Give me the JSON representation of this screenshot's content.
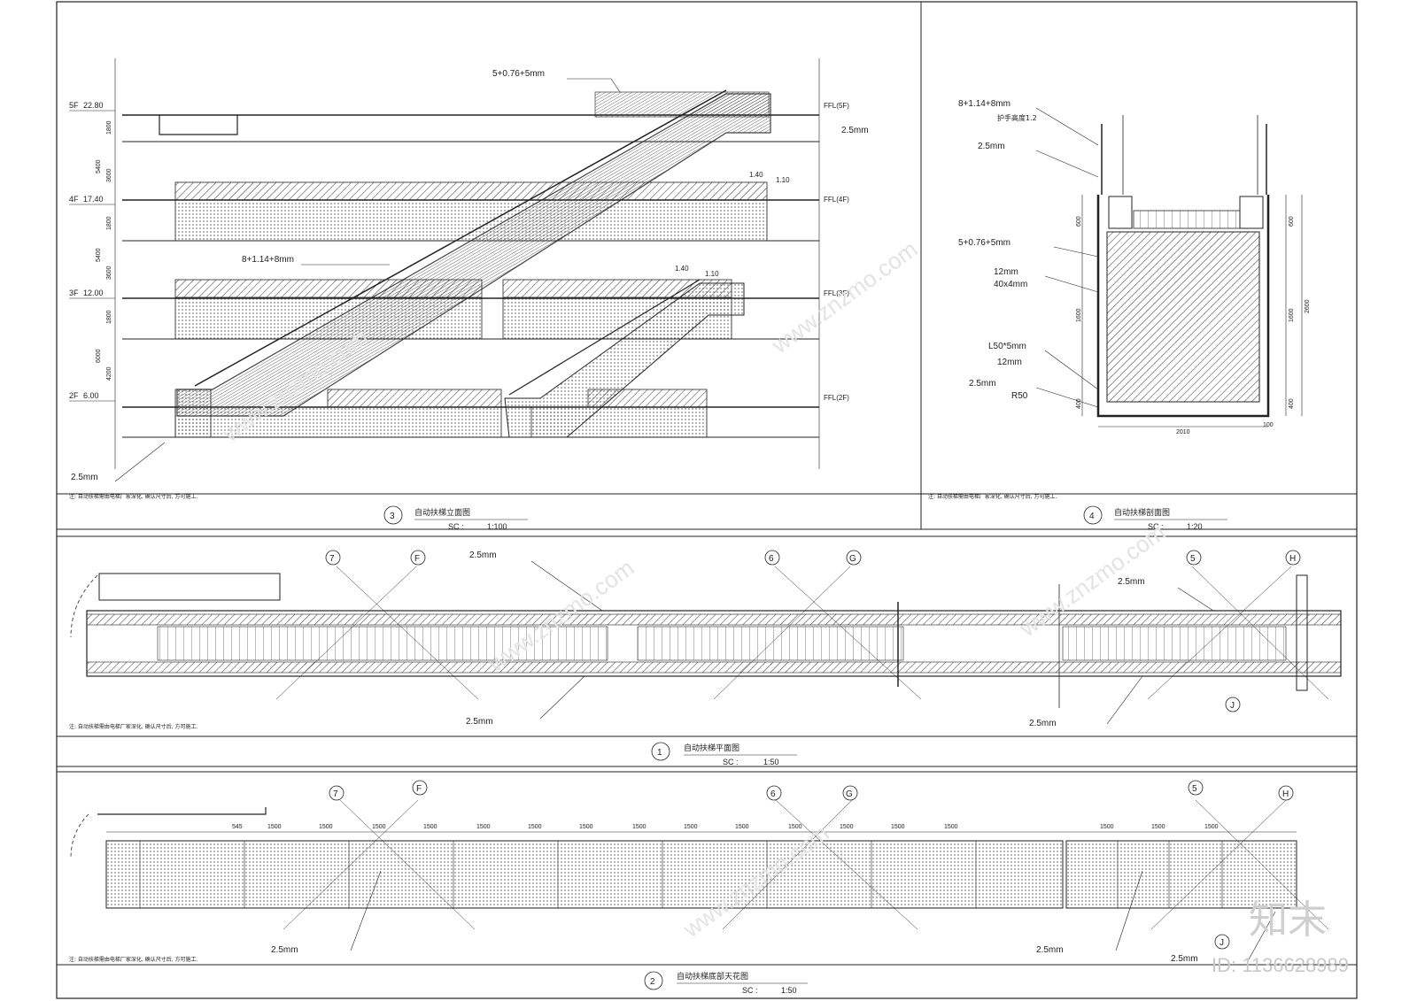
{
  "drawing": {
    "elevation": {
      "number": "3",
      "title": "自动扶梯立面图",
      "scale_label": "SC :",
      "scale": "1:100",
      "levels": [
        {
          "code": "5F",
          "value": "22.80",
          "ffl": "FFL(5F)"
        },
        {
          "code": "4F",
          "value": "17.40",
          "ffl": "FFL(4F)"
        },
        {
          "code": "3F",
          "value": "12.00",
          "ffl": "FFL(3F)"
        },
        {
          "code": "2F",
          "value": "6.00",
          "ffl": "FFL(2F)"
        }
      ],
      "dims_outer": [
        "5400",
        "5400",
        "6000"
      ],
      "dims_inner": [
        "1800",
        "3600",
        "1800",
        "3600",
        "1800",
        "4200"
      ],
      "labels": {
        "glass_top": "5+0.76+5mm",
        "glass_side": "8+1.14+8mm",
        "panel_top": "2.5mm",
        "panel_bottom": "2.5mm",
        "w1": "1.40",
        "w2": "1.10",
        "w3": "1.40",
        "w4": "1.10"
      },
      "note": "注: 自动扶梯需由电梯厂家深化, 确认尺寸后, 方可施工."
    },
    "section": {
      "number": "4",
      "title": "自动扶梯剖面图",
      "scale_label": "SC :",
      "scale": "1:20",
      "labels": [
        "8+1.14+8mm",
        "护手高度1.2",
        "2.5mm",
        "5+0.76+5mm",
        "12mm",
        "40x4mm",
        "L50*5mm",
        "12mm",
        "2.5mm",
        "R50"
      ],
      "dims_left": [
        "600",
        "1600",
        "400"
      ],
      "dims_right": [
        "600",
        "1600",
        "400"
      ],
      "dim_total": "2600",
      "dim_width": "2010",
      "dim_side": "100",
      "note": "注: 自动扶梯需由电梯厂家深化, 确认尺寸后, 方可施工."
    },
    "plan": {
      "number": "1",
      "title": "自动扶梯平面图",
      "scale_label": "SC :",
      "scale": "1:50",
      "grid": [
        "7",
        "F",
        "6",
        "G",
        "5",
        "H",
        "J"
      ],
      "labels": [
        "2.5mm",
        "2.5mm",
        "2.5mm",
        "2.5mm"
      ],
      "note": "注: 自动扶梯需由电梯厂家深化, 确认尺寸后, 方可施工."
    },
    "ceiling": {
      "number": "2",
      "title": "自动扶梯底部天花图",
      "scale_label": "SC :",
      "scale": "1:50",
      "grid": [
        "7",
        "F",
        "6",
        "G",
        "5",
        "H",
        "J"
      ],
      "dims": [
        "545",
        "1500",
        "1500",
        "1500",
        "1500",
        "1500",
        "1500",
        "1500",
        "1500",
        "1500",
        "1500",
        "1500",
        "1500",
        "1500",
        "1500",
        "1500",
        "1500",
        "1500"
      ],
      "labels": [
        "2.5mm",
        "2.5mm",
        "2.5mm"
      ],
      "note": "注: 自动扶梯需由电梯厂家深化, 确认尺寸后, 方可施工."
    },
    "watermark": {
      "brand": "知末",
      "id": "ID: 1136628989",
      "url": "www.znzmo.com"
    }
  }
}
